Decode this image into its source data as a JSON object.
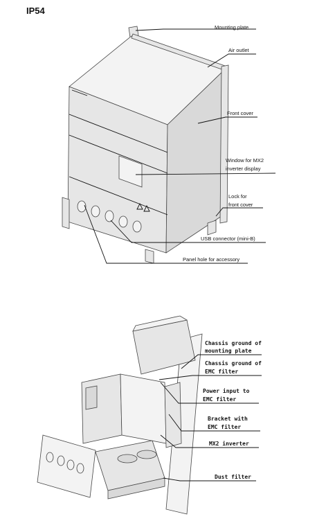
{
  "heading": "IP54",
  "top_labels": [
    "Mounting plate",
    "Air outlet",
    "Front cover",
    "Window for MX2",
    "inverter display",
    "Lock for",
    "front cover",
    "USB connector (mini-B)",
    "Panel hole for accessory"
  ],
  "bottom_labels": [
    "Chassis ground of",
    "mounting plate",
    "Chassis ground of",
    "EMC filter",
    "Power input to",
    "EMC filter",
    "Bracket with",
    "EMC filter",
    "MX2 inverter",
    "Dust filter"
  ]
}
